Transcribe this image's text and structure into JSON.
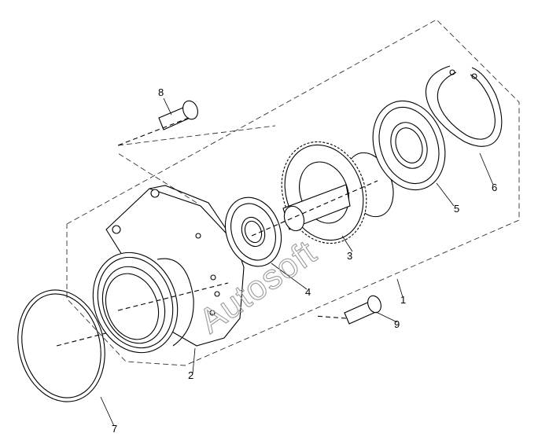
{
  "callouts": {
    "c1": "1",
    "c2": "2",
    "c3": "3",
    "c4": "4",
    "c5": "5",
    "c6": "6",
    "c7": "7",
    "c8": "8",
    "c9": "9"
  },
  "watermark": "Autosoft",
  "colors": {
    "line": "#000000",
    "background": "#ffffff",
    "watermark": "#9a9a9a"
  }
}
